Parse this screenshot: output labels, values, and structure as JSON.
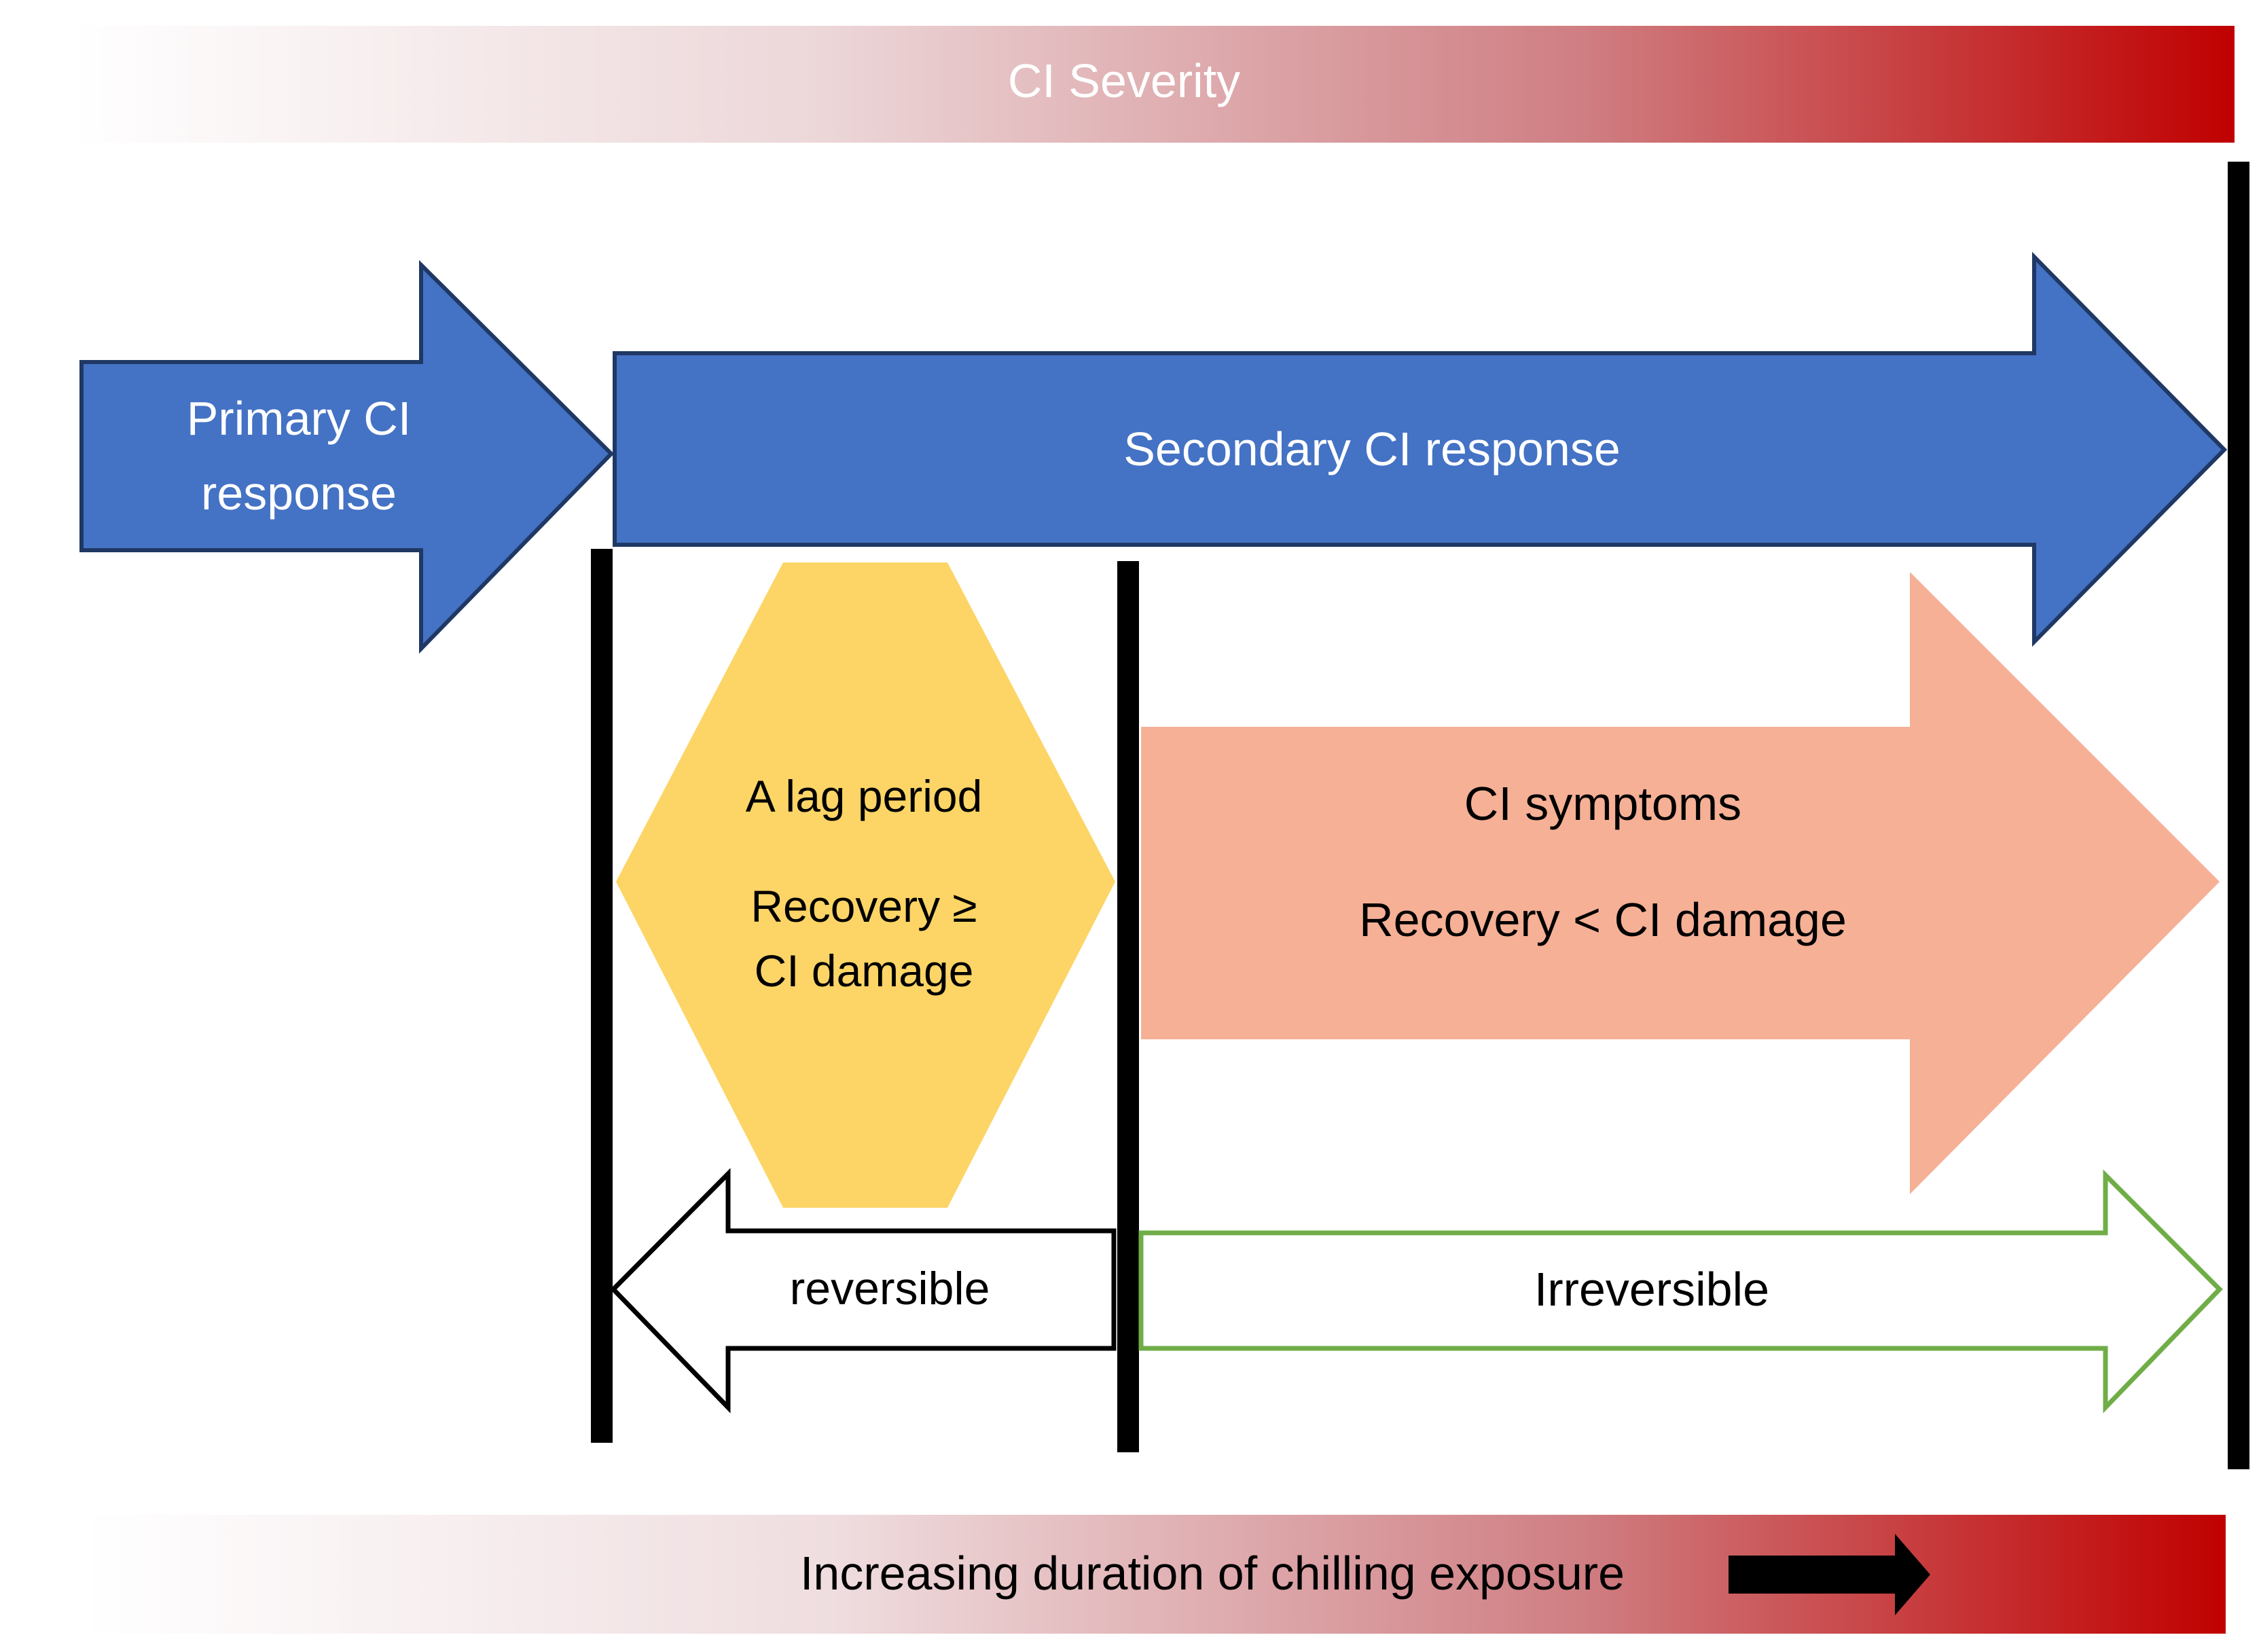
{
  "severity_bar": {
    "label": "CI Severity"
  },
  "primary_arrow": {
    "line1": "Primary CI",
    "line2": "response"
  },
  "secondary_arrow": {
    "label": "Secondary CI response"
  },
  "lag_shape": {
    "line1": "A lag period",
    "line2": "Recovery ≥",
    "line3": "CI damage"
  },
  "symptoms_arrow": {
    "line1": "CI symptoms",
    "line2": "Recovery < CI damage"
  },
  "reversible_arrow": {
    "label": "reversible"
  },
  "irreversible_arrow": {
    "label": "Irreversible"
  },
  "duration_bar": {
    "label": "Increasing duration of chilling exposure"
  },
  "colors": {
    "blue": "#4472C4",
    "blue_border": "#1F3864",
    "yellow": "#FDD566",
    "salmon": "#F5B096",
    "green": "#70AD47",
    "red": "#C00000"
  }
}
